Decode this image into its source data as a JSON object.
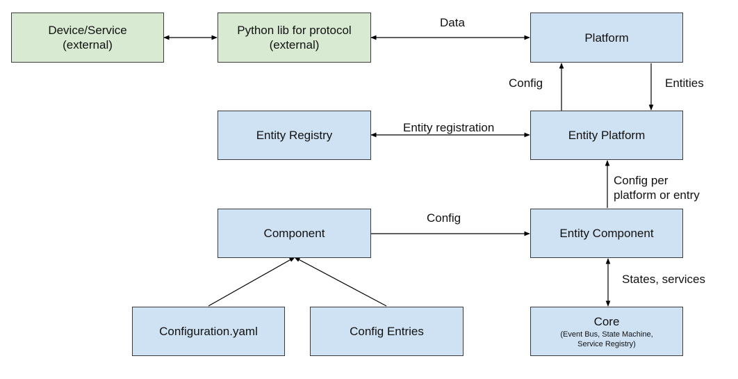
{
  "colors": {
    "green": "#d9ead3",
    "blue": "#cfe2f3",
    "line": "#000000"
  },
  "nodes": {
    "device_service": {
      "title": "Device/Service\n(external)"
    },
    "python_lib": {
      "title": "Python lib for protocol\n(external)"
    },
    "platform": {
      "title": "Platform"
    },
    "entity_registry": {
      "title": "Entity Registry"
    },
    "entity_platform": {
      "title": "Entity Platform"
    },
    "component": {
      "title": "Component"
    },
    "entity_component": {
      "title": "Entity Component"
    },
    "configuration_yaml": {
      "title": "Configuration.yaml"
    },
    "config_entries": {
      "title": "Config Entries"
    },
    "core": {
      "title": "Core",
      "subtitle": "(Event Bus, State Machine,\nService Registry)"
    }
  },
  "edges": {
    "data": "Data",
    "config_up": "Config",
    "entities": "Entities",
    "entity_registration": "Entity registration",
    "config_per_platform": "Config per\nplatform or entry",
    "config_component": "Config",
    "states_services": "States, services"
  }
}
